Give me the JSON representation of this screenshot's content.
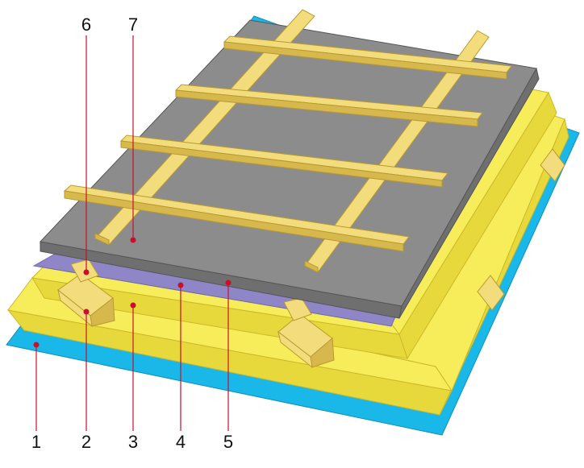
{
  "colors": {
    "membrane": "#1ab8e8",
    "insulation_light": "#f7ec5a",
    "insulation_dark": "#e7d83c",
    "insulation_edge": "#d9c72c",
    "vapor_layer": "#8f86c8",
    "board": "#8c8c8c",
    "board_edge": "#6f6f6f",
    "timber": "#f2dc7c",
    "timber_dark": "#d7b84c",
    "leader": "#c8102e",
    "text": "#111111"
  },
  "callouts": [
    {
      "number": "1"
    },
    {
      "number": "2"
    },
    {
      "number": "3"
    },
    {
      "number": "4"
    },
    {
      "number": "5"
    },
    {
      "number": "6"
    },
    {
      "number": "7"
    }
  ]
}
